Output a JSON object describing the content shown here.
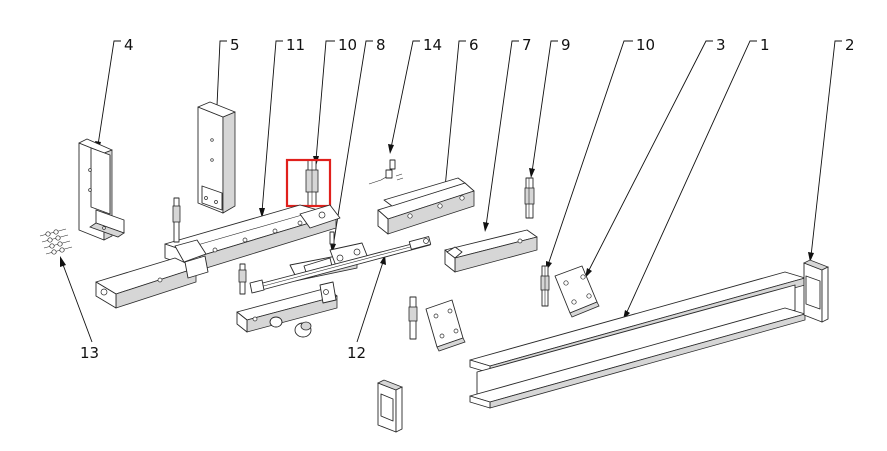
{
  "callouts": [
    {
      "id": "4",
      "label": "4"
    },
    {
      "id": "5",
      "label": "5"
    },
    {
      "id": "11",
      "label": "11"
    },
    {
      "id": "10a",
      "label": "10"
    },
    {
      "id": "8",
      "label": "8"
    },
    {
      "id": "14",
      "label": "14"
    },
    {
      "id": "6",
      "label": "6"
    },
    {
      "id": "7",
      "label": "7"
    },
    {
      "id": "9",
      "label": "9"
    },
    {
      "id": "10b",
      "label": "10"
    },
    {
      "id": "3",
      "label": "3"
    },
    {
      "id": "1",
      "label": "1"
    },
    {
      "id": "2",
      "label": "2"
    },
    {
      "id": "13",
      "label": "13"
    },
    {
      "id": "12",
      "label": "12"
    }
  ],
  "colors": {
    "highlight": "#e0201c",
    "line": "#2a2a2a",
    "shade": "#d6d6d6"
  }
}
